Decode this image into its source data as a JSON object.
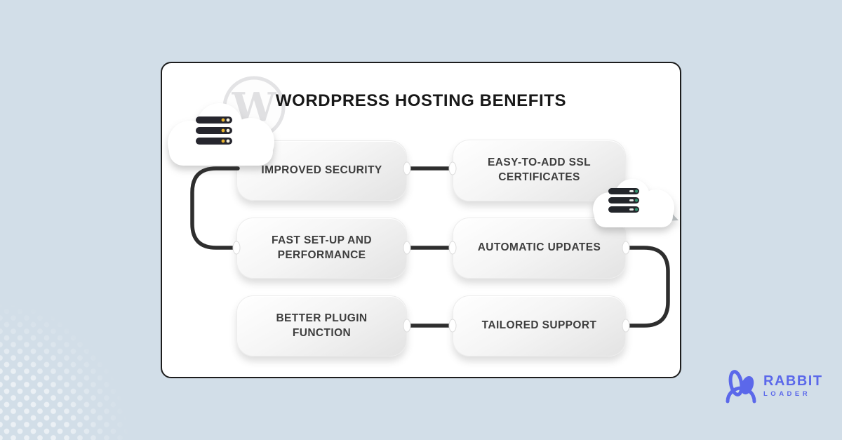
{
  "infographic": {
    "title": "WORDPRESS HOSTING BENEFITS",
    "benefits": [
      {
        "label": "IMPROVED SECURITY"
      },
      {
        "label": "EASY-TO-ADD SSL CERTIFICATES"
      },
      {
        "label": "FAST SET-UP AND PERFORMANCE"
      },
      {
        "label": "AUTOMATIC UPDATES"
      },
      {
        "label": "BETTER PLUGIN FUNCTION"
      },
      {
        "label": "TAILORED SUPPORT"
      }
    ],
    "icons": {
      "wordpress_logo": "wordpress-w-ring-watermark",
      "cloud_server_left": "cloud-with-server-stack",
      "cloud_server_right": "cloud-with-server-stack",
      "wordpress_letter": "W"
    },
    "colors": {
      "background": "#d2dee8",
      "card": "#ffffff",
      "card_border": "#1d1d1d",
      "connector": "#2e2e2e",
      "box_text": "#3e3e3e",
      "server_bar": "#26262e",
      "server_dot_yellow": "#e8b42e",
      "server_dot_green": "#2f8f6b",
      "brand_accent": "#5b68ea"
    }
  },
  "brand": {
    "name": "RABBIT",
    "sub": "LOADER"
  }
}
